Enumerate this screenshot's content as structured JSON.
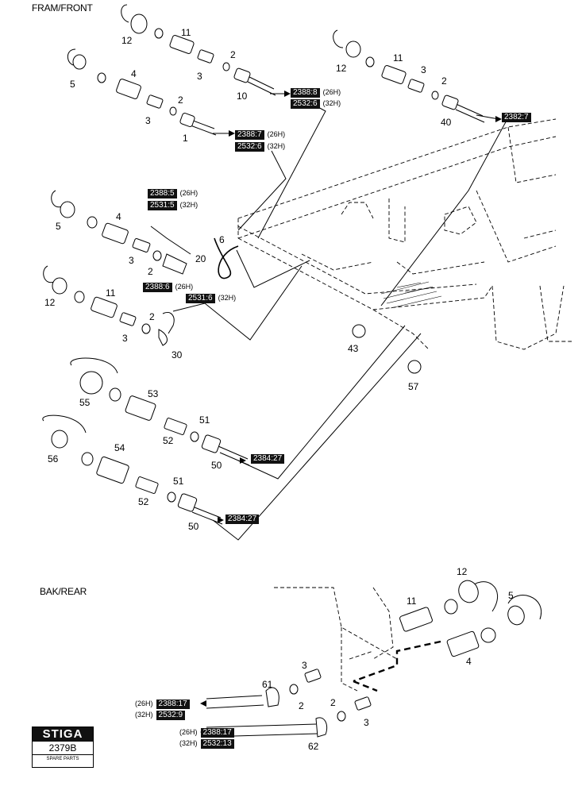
{
  "titles": {
    "front": "FRAM/FRONT",
    "rear": "BAK/REAR"
  },
  "labels": {
    "l1": "1",
    "l2a": "2",
    "l2b": "2",
    "l2c": "2",
    "l2d": "2",
    "l2e": "2",
    "l2f": "2",
    "l2g": "2",
    "l3a": "3",
    "l3b": "3",
    "l3c": "3",
    "l3d": "3",
    "l3e": "3",
    "l3f": "3",
    "l3g": "3",
    "l4a": "4",
    "l4b": "4",
    "l4c": "4",
    "l5a": "5",
    "l5b": "5",
    "l5c": "5",
    "l6": "6",
    "l10": "10",
    "l11a": "11",
    "l11b": "11",
    "l11c": "11",
    "l11d": "11",
    "l12a": "12",
    "l12b": "12",
    "l12c": "12",
    "l12d": "12",
    "l20": "20",
    "l30": "30",
    "l40": "40",
    "l43": "43",
    "l50a": "50",
    "l50b": "50",
    "l51a": "51",
    "l51b": "51",
    "l52a": "52",
    "l52b": "52",
    "l53": "53",
    "l54": "54",
    "l55": "55",
    "l56": "56",
    "l57": "57",
    "l61": "61",
    "l62": "62"
  },
  "refs": {
    "r1": {
      "code": "2388:8",
      "suffix": "(26H)"
    },
    "r2": {
      "code": "2532:6",
      "suffix": "(32H)"
    },
    "r3": {
      "code": "2388:7",
      "suffix": "(26H)"
    },
    "r4": {
      "code": "2532:6",
      "suffix": "(32H)"
    },
    "r5": {
      "code": "2382:7"
    },
    "r6": {
      "code": "2388:5",
      "suffix": "(26H)"
    },
    "r7": {
      "code": "2531:5",
      "suffix": "(32H)"
    },
    "r8": {
      "code": "2388:6",
      "suffix": "(26H)"
    },
    "r9": {
      "code": "2531:6",
      "suffix": "(32H)"
    },
    "r10": {
      "code": "2384:27"
    },
    "r11": {
      "code": "2384:27"
    },
    "r12": {
      "code": "2388:17",
      "prefix": "(26H)"
    },
    "r13": {
      "code": "2532:9",
      "prefix": "(32H)"
    },
    "r14": {
      "code": "2388:17",
      "prefix": "(26H)"
    },
    "r15": {
      "code": "2532:13",
      "prefix": "(32H)"
    }
  },
  "logo": {
    "brand": "STIGA",
    "code": "2379B",
    "subtitle": "SPARE PARTS"
  }
}
